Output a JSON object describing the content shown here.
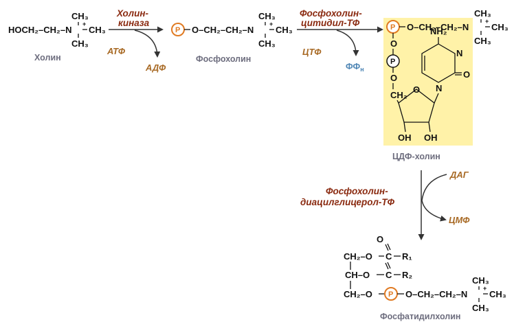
{
  "molecules": {
    "choline": "Холин",
    "phosphocholine": "Фосфохолин",
    "cdp_choline": "ЦДФ-холин",
    "phosphatidylcholine": "Фосфатидилхолин"
  },
  "enzymes": {
    "choline_kinase_line1": "Холин-",
    "choline_kinase_line2": "киназа",
    "cytidylyltransferase_line1": "Фосфохолин-",
    "cytidylyltransferase_line2": "цитидил-ТФ",
    "diacylglycerol_transferase_line1": "Фосфохолин-",
    "diacylglycerol_transferase_line2": "диацилглицерол-ТФ"
  },
  "cofactors": {
    "atp": "АТФ",
    "adp": "АДФ",
    "ctp": "ЦТФ",
    "ppi": "ФФ",
    "ppi_sub": "н",
    "dag": "ДАГ",
    "cmp": "ЦМФ"
  },
  "formula": {
    "hoch2ch2n": "HOCH₂–CH₂–N",
    "o_ch2ch2n": "O–CH₂–CH₂–N",
    "ch3": "CH₃",
    "plus": "+",
    "p": "P",
    "o": "O",
    "nh2": "NH₂",
    "n": "N",
    "oh": "OH",
    "ch2": "CH₂",
    "ch2o": "CH₂–O",
    "ch_o": "CH–O",
    "r1": "R₁",
    "r2": "R₂",
    "c": "C"
  },
  "colors": {
    "enzyme": "#8a2a10",
    "cofactor": "#a86a25",
    "molecule_label": "#6d6d7e",
    "ppi": "#4f86b5",
    "phosphate_ring": "#e07a22",
    "highlight": "#fff2a8"
  }
}
